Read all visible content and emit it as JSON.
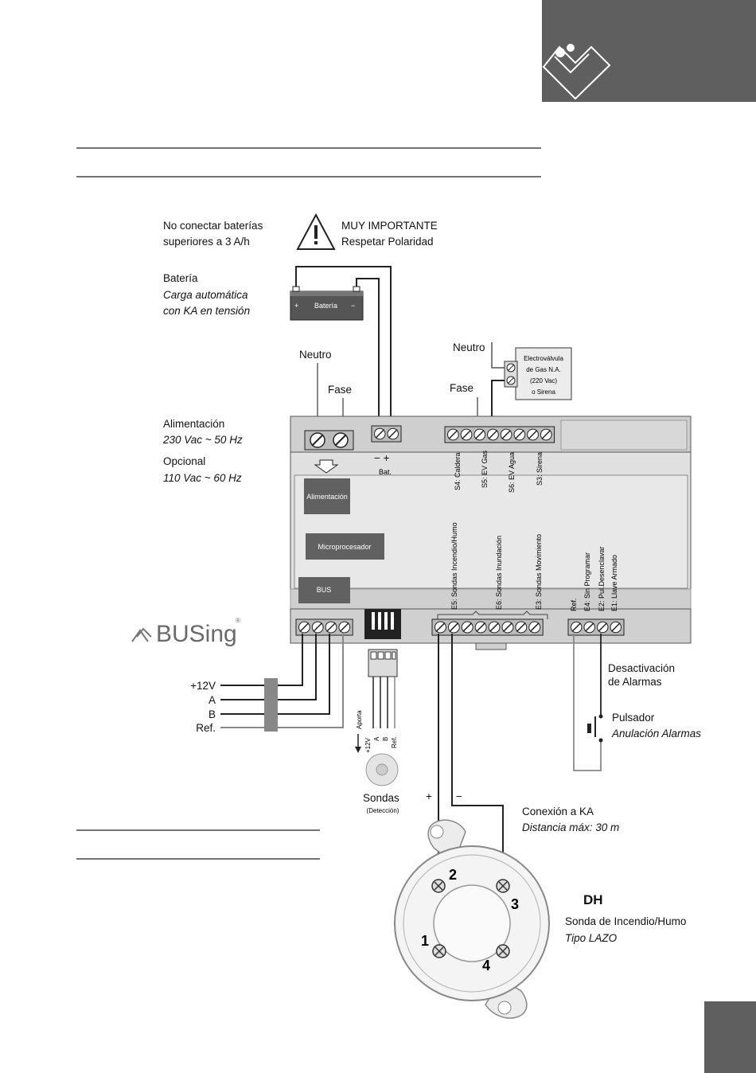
{
  "battery_note": [
    "No conectar baterías",
    "superiores a 3 A/h"
  ],
  "warning": {
    "title": "MUY IMPORTANTE",
    "text": "Respetar Polaridad"
  },
  "bateria": {
    "title": "Batería",
    "line1": "Carga automática",
    "line2": "con KA en tensión",
    "label": "Batería",
    "plus": "+",
    "minus": "−"
  },
  "neutro_left": "Neutro",
  "fase_left": "Fase",
  "alimentacion": {
    "title": "Alimentación",
    "spec": "230 Vac ~ 50 Hz"
  },
  "opcional": {
    "title": "Opcional",
    "spec": "110 Vac ~ 60 Hz"
  },
  "neutro_right": "Neutro",
  "fase_right": "Fase",
  "electrovalvula": [
    "Electroválvula",
    "de Gas N.A.",
    "(220 Vac)",
    "o Sirena"
  ],
  "bat_terminals": {
    "signs": "−  +",
    "label": "Bat."
  },
  "outputs": [
    "S4: Caldera",
    "S5: EV Gas",
    "S6: EV Agua",
    "S3: Sirena"
  ],
  "modules": {
    "alimentacion": "Alimentación",
    "micro": "Microprocesador",
    "bus": "BUS"
  },
  "inputs": [
    "E5: Sondas Incendio/Humo",
    "E6: Sondas Inundación",
    "E3: Sondas Movimiento"
  ],
  "right_inputs": [
    "Ref.",
    "E4: Sin Programar",
    "E2: Pul.Desenclavar",
    "E1: Llave Armado"
  ],
  "logo": "BUSing",
  "logo_mark": "®",
  "bus_lines": [
    "+12V",
    "A",
    "B",
    "Ref."
  ],
  "sonda_wires": [
    "Aporta",
    "+12V",
    "A",
    "B",
    "Ref."
  ],
  "sondas": {
    "title": "Sondas",
    "sub": "(Detección)"
  },
  "ka_polarity": [
    "+",
    "−"
  ],
  "desactivacion": [
    "Desactivación",
    "de Alarmas"
  ],
  "pulsador": {
    "title": "Pulsador",
    "sub": "Anulación Alarmas"
  },
  "conexion_ka": {
    "title": "Conexión a KA",
    "sub": "Distancia máx: 30 m"
  },
  "detector": {
    "code": "DH",
    "title": "Sonda de Incendio/Humo",
    "sub": "Tipo LAZO",
    "terminals": [
      "1",
      "2",
      "3",
      "4"
    ]
  },
  "colors": {
    "corner_block": "#5f5f5f",
    "panel": "#e0e0e0",
    "panel_band": "#cfcfcf",
    "module": "#616161",
    "battery": "#555555"
  }
}
